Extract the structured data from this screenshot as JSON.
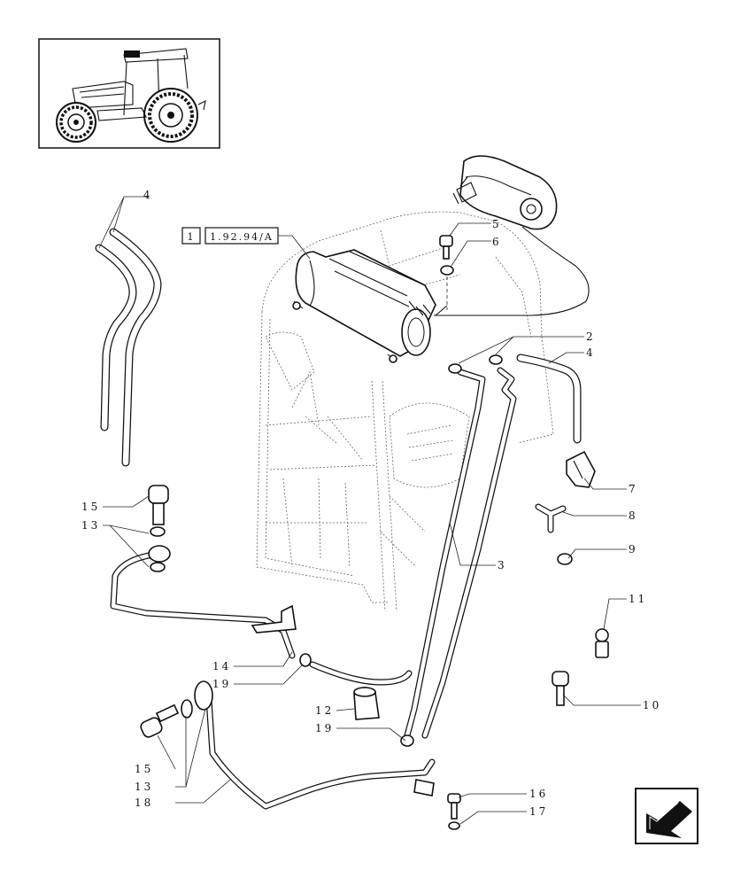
{
  "reference": {
    "box1": "1",
    "box2": "1.92.94/A"
  },
  "callouts": {
    "c2": "2",
    "c3": "3",
    "c4a": "4",
    "c4b": "4",
    "c5": "5",
    "c6": "6",
    "c7": "7",
    "c8": "8",
    "c9": "9",
    "c10": "10",
    "c11": "11",
    "c12": "12",
    "c13a": "13",
    "c13b": "13",
    "c14": "14",
    "c15a": "15",
    "c15b": "15",
    "c16": "16",
    "c17": "17",
    "c18": "18",
    "c19a": "19",
    "c19b": "19"
  },
  "icons": {
    "thumbnail": "tractor-thumbnail-icon",
    "navigation": "next-page-arrow-icon"
  }
}
